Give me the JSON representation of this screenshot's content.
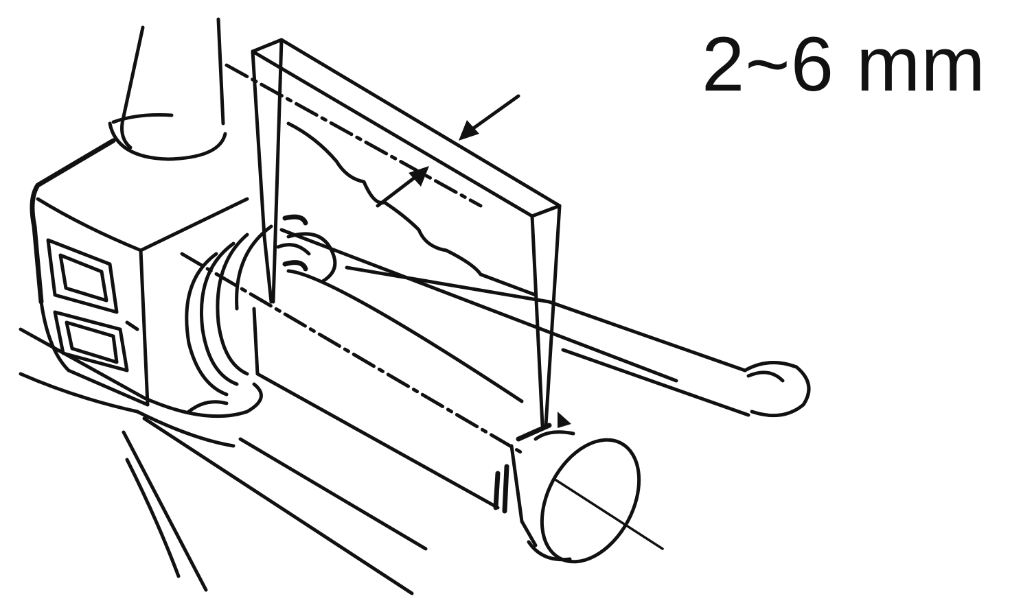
{
  "figure": {
    "measurement_label": "2~6 mm",
    "colors": {
      "ink": "#111111",
      "background": "#ffffff"
    },
    "parts": [
      "handlebar-switch-housing",
      "throttle-grip",
      "brake-lever",
      "feeler-gauge",
      "handlebar-end-weight",
      "control-cables",
      "gap-indicator-arrows"
    ]
  }
}
